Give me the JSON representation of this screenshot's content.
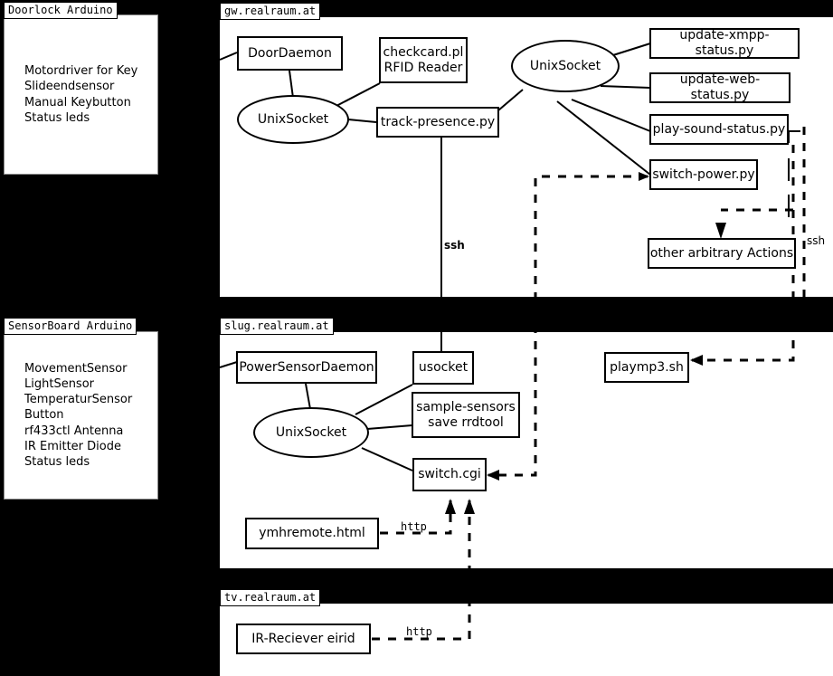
{
  "diagram": {
    "title": "realraum infrastructure diagram",
    "background_color": "#000000",
    "panel_color": "#ffffff",
    "line_color": "#000000"
  },
  "panels": [
    {
      "id": "doorlock",
      "title": "Doorlock Arduino",
      "items": [
        "Motordriver for Key",
        "Slideendsensor",
        "Manual Keybutton",
        "Status leds"
      ]
    },
    {
      "id": "sensorboard",
      "title": "SensorBoard Arduino",
      "items": [
        "MovementSensor",
        "LightSensor",
        "TemperaturSensor",
        "Button",
        "rf433ctl Antenna",
        "IR Emitter Diode",
        "Status leds"
      ]
    },
    {
      "id": "gw",
      "title": "gw.realraum.at"
    },
    {
      "id": "slug",
      "title": "slug.realraum.at"
    },
    {
      "id": "tv",
      "title": "tv.realraum.at"
    }
  ],
  "nodes": {
    "door_daemon": "DoorDaemon",
    "checkcard": "checkcard.pl\nRFID Reader",
    "checkcard_line1": "checkcard.pl",
    "checkcard_line2": "RFID Reader",
    "unixsocket_gw_left": "UnixSocket",
    "track_presence": "track-presence.py",
    "unixsocket_gw_right": "UnixSocket",
    "update_xmpp": "update-xmpp-status.py",
    "update_web": "update-web-status.py",
    "play_sound": "play-sound-status.py",
    "switch_power": "switch-power.py",
    "other_actions": "other arbitrary Actions",
    "power_sensor_daemon": "PowerSensorDaemon",
    "usocket": "usocket",
    "unixsocket_slug": "UnixSocket",
    "sample_sensors_line1": "sample-sensors",
    "sample_sensors_line2": "save rrdtool",
    "switch_cgi": "switch.cgi",
    "playmp3": "playmp3.sh",
    "ymhremote": "ymhremote.html",
    "ir_reciever": "IR-Reciever eirid"
  },
  "edge_labels": {
    "ssh_left": "ssh",
    "ssh_right": "ssh",
    "http_ymh": "http",
    "http_ir": "http"
  }
}
